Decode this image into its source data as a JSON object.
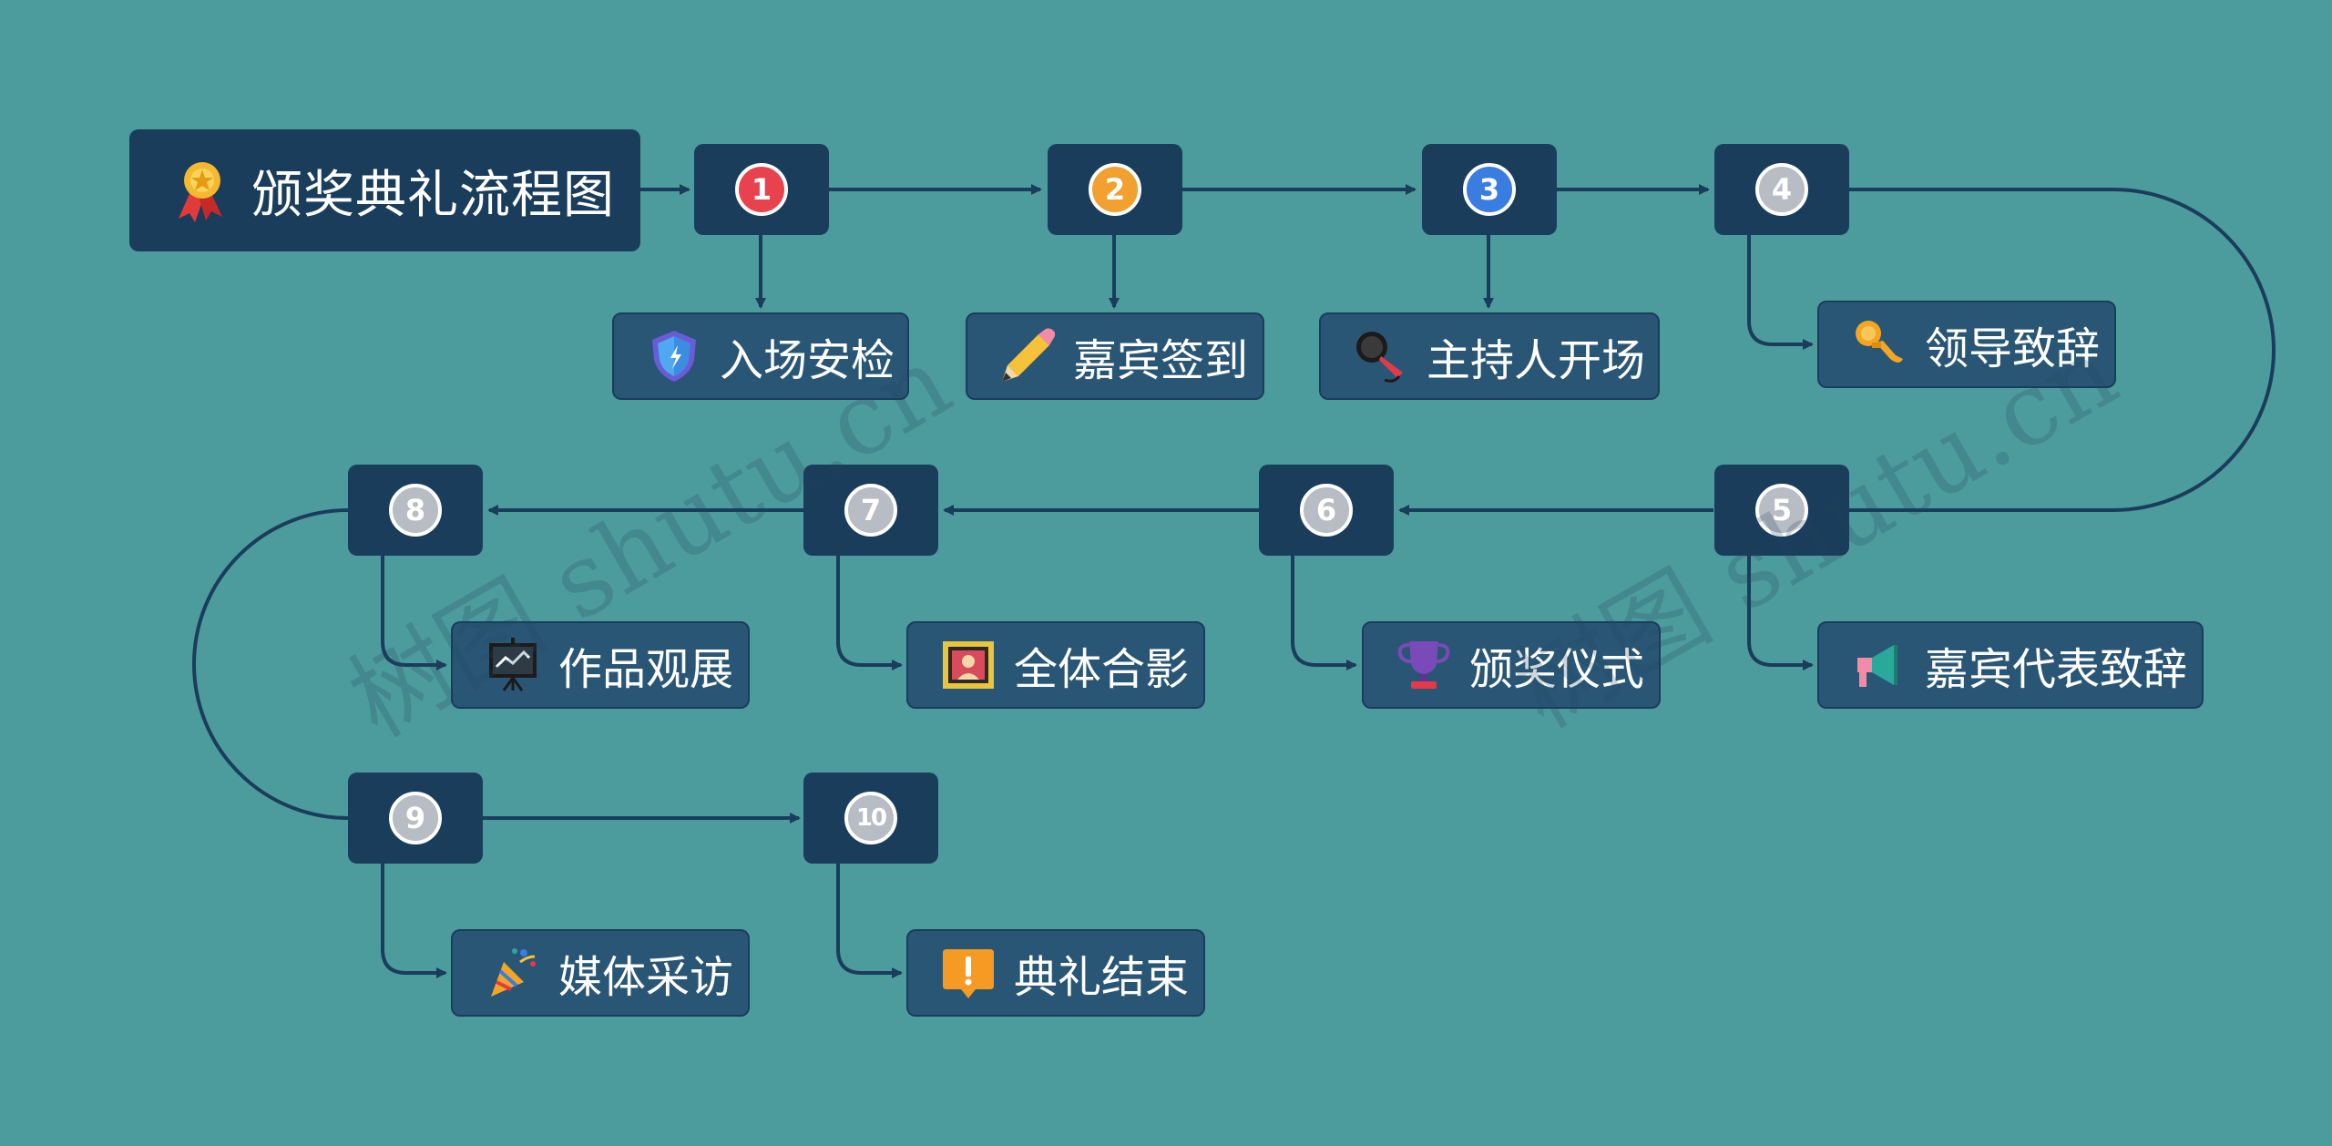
{
  "title": "颁奖典礼流程图",
  "steps": [
    {
      "number": "1",
      "color": "#e8424e"
    },
    {
      "number": "2",
      "color": "#f2a02f"
    },
    {
      "number": "3",
      "color": "#3a7de0"
    },
    {
      "number": "4",
      "color": "#b8bcc4"
    },
    {
      "number": "5",
      "color": "#b8bcc4"
    },
    {
      "number": "6",
      "color": "#b8bcc4"
    },
    {
      "number": "7",
      "color": "#b8bcc4"
    },
    {
      "number": "8",
      "color": "#b8bcc4"
    },
    {
      "number": "9",
      "color": "#b8bcc4"
    },
    {
      "number": "10",
      "color": "#b8bcc4"
    }
  ],
  "leaves": [
    {
      "label": "入场安检",
      "icon": "shield-icon"
    },
    {
      "label": "嘉宾签到",
      "icon": "pencil-icon"
    },
    {
      "label": "主持人开场",
      "icon": "microphone-icon"
    },
    {
      "label": "领导致辞",
      "icon": "trumpet-icon"
    },
    {
      "label": "嘉宾代表致辞",
      "icon": "megaphone-icon"
    },
    {
      "label": "颁奖仪式",
      "icon": "trophy-icon"
    },
    {
      "label": "全体合影",
      "icon": "framed-picture-icon"
    },
    {
      "label": "作品观展",
      "icon": "presentation-board-icon"
    },
    {
      "label": "媒体采访",
      "icon": "party-popper-icon"
    },
    {
      "label": "典礼结束",
      "icon": "exclamation-icon"
    }
  ],
  "watermark": "树图 shutu.cn"
}
